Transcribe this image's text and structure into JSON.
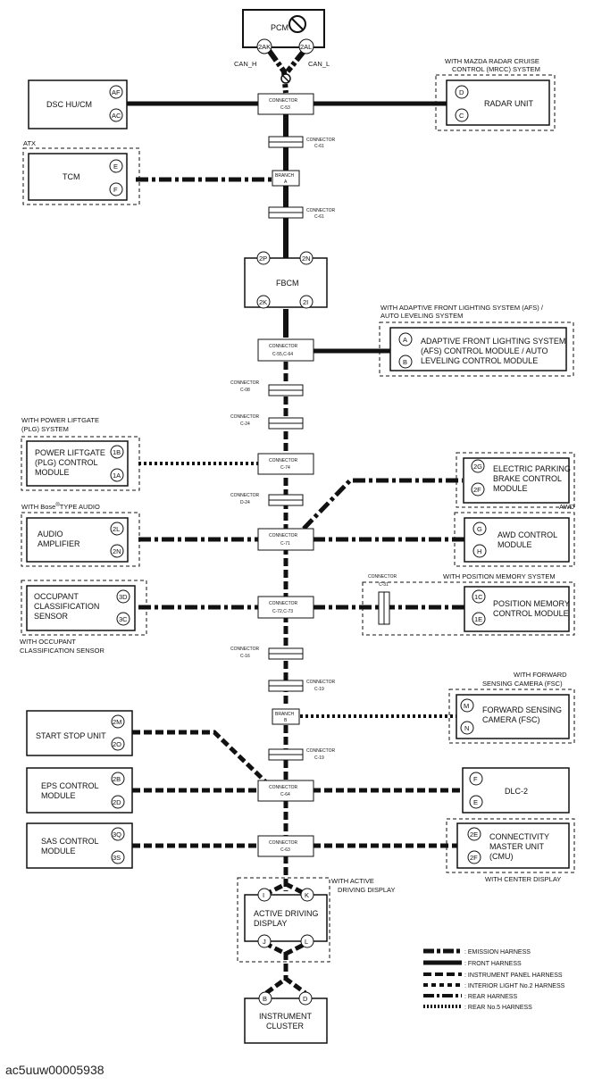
{
  "figure_id": "ac5uuw00005938",
  "modules": {
    "pcm": "PCM",
    "dsc": "DSC HU/CM",
    "radar": "RADAR UNIT",
    "tcm": "TCM",
    "fbcm": "FBCM",
    "afs": [
      "ADAPTIVE FRONT LIGHTING SYSTEM",
      "(AFS) CONTROL MODULE / AUTO",
      "LEVELING CONTROL MODULE"
    ],
    "plg": [
      "POWER LIFTGATE",
      "(PLG) CONTROL",
      "MODULE"
    ],
    "epb": [
      "ELECTRIC PARKING",
      "BRAKE CONTROL",
      "MODULE"
    ],
    "audio": [
      "AUDIO",
      "AMPLIFIER"
    ],
    "awd": [
      "AWD CONTROL",
      "MODULE"
    ],
    "ocs": [
      "OCCUPANT",
      "CLASSIFICATION",
      "SENSOR"
    ],
    "pm": [
      "POSITION MEMORY",
      "CONTROL MODULE"
    ],
    "fsc": [
      "FORWARD SENSING",
      "CAMERA (FSC)"
    ],
    "ssu": "START STOP UNIT",
    "eps": [
      "EPS CONTROL",
      "MODULE"
    ],
    "dlc": "DLC-2",
    "sas": [
      "SAS CONTROL",
      "MODULE"
    ],
    "cmu": [
      "CONNECTIVITY",
      "MASTER UNIT",
      "(CMU)"
    ],
    "add": [
      "ACTIVE DRIVING",
      "DISPLAY"
    ],
    "ic": [
      "INSTRUMENT",
      "CLUSTER"
    ]
  },
  "notes": {
    "can_h": "CAN_H",
    "can_l": "CAN_L",
    "mrcc": [
      "WITH MAZDA RADAR CRUISE",
      "CONTROL (MRCC) SYSTEM"
    ],
    "atx": "ATX",
    "afs": [
      "WITH ADAPTIVE FRONT LIGHTING SYSTEM (AFS) /",
      "AUTO LEVELING SYSTEM"
    ],
    "plg": [
      "WITH POWER LIFTGATE",
      "(PLG) SYSTEM"
    ],
    "bose_pre": "WITH Bose",
    "bose_sup": "®",
    "bose_post": "TYPE AUDIO",
    "awd": "AWD",
    "pm": "WITH POSITION MEMORY SYSTEM",
    "ocs": [
      "WITH OCCUPANT",
      "CLASSIFICATION SENSOR"
    ],
    "fsc": [
      "WITH FORWARD",
      "SENSING CAMERA (FSC)"
    ],
    "cmu": "WITH CENTER DISPLAY",
    "add": [
      "WITH ACTIVE",
      "DRIVING DISPLAY"
    ]
  },
  "connectors": {
    "word": "CONNECTOR",
    "c53": "C-53",
    "c61a": "C-61",
    "c61b": "C-61",
    "c55": "C-55,C-64",
    "c08": "C-08",
    "c24a": "C-24",
    "c74": "C-74",
    "d24": "D-24",
    "c71": "C-71",
    "c72": "C-72,C-73",
    "c31": "C-31",
    "c16": "C-16",
    "c19a": "C-19",
    "c19b": "C-19",
    "c64": "C-64",
    "c63": "C-63"
  },
  "branches": {
    "word": "BRANCH",
    "a": "A",
    "b": "B"
  },
  "pins": {
    "pcm_h": "2AK",
    "pcm_l": "2AL",
    "dsc_1": "AF",
    "dsc_2": "AC",
    "radar_1": "D",
    "radar_2": "C",
    "tcm_1": "E",
    "tcm_2": "F",
    "fbcm_1": "2P",
    "fbcm_2": "2N",
    "fbcm_3": "2K",
    "fbcm_4": "2I",
    "afs_1": "A",
    "afs_2": "B",
    "plg_1": "1B",
    "plg_2": "1A",
    "epb_1": "2G",
    "epb_2": "2F",
    "audio_1": "2L",
    "audio_2": "2N",
    "awd_1": "G",
    "awd_2": "H",
    "ocs_1": "3D",
    "ocs_2": "3C",
    "pm_1": "1C",
    "pm_2": "1E",
    "fsc_1": "M",
    "fsc_2": "N",
    "ssu_1": "2M",
    "ssu_2": "2O",
    "eps_1": "2B",
    "eps_2": "2D",
    "dlc_1": "F",
    "dlc_2": "E",
    "sas_1": "3Q",
    "sas_2": "3S",
    "cmu_1": "2E",
    "cmu_2": "2F",
    "add_1": "I",
    "add_2": "K",
    "add_3": "J",
    "add_4": "L",
    "ic_1": "B",
    "ic_2": "D"
  },
  "legend": [
    ": EMISSION HARNESS",
    ": FRONT HARNESS",
    ": INSTRUMENT PANEL HARNESS",
    ": INTERIOR LIGHT No.2 HARNESS",
    ": REAR HARNESS",
    ": REAR No.5 HARNESS"
  ]
}
